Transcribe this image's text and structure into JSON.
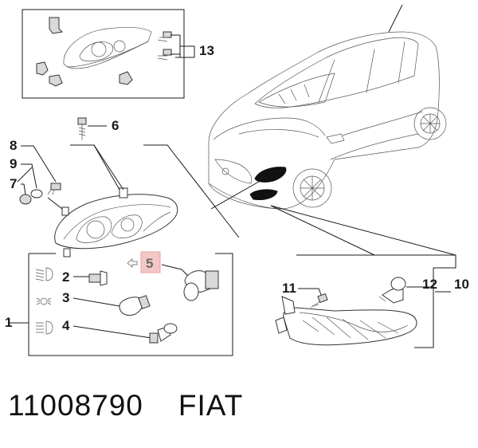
{
  "labels": {
    "l1": "1",
    "l2": "2",
    "l3": "3",
    "l4": "4",
    "l5": "5",
    "l6": "6",
    "l7": "7",
    "l8": "8",
    "l9": "9",
    "l10": "10",
    "l11": "11",
    "l12": "12",
    "l13": "13"
  },
  "caption": {
    "part_number": "11008790",
    "brand": "FIAT"
  },
  "colors": {
    "highlight_box": "#f4c7c7",
    "highlight_border": "#e7a2a2",
    "line": "#1a1a1a"
  },
  "icons": [
    "low-beam-icon",
    "position-light-icon",
    "high-beam-icon",
    "double-arrow-icon"
  ]
}
